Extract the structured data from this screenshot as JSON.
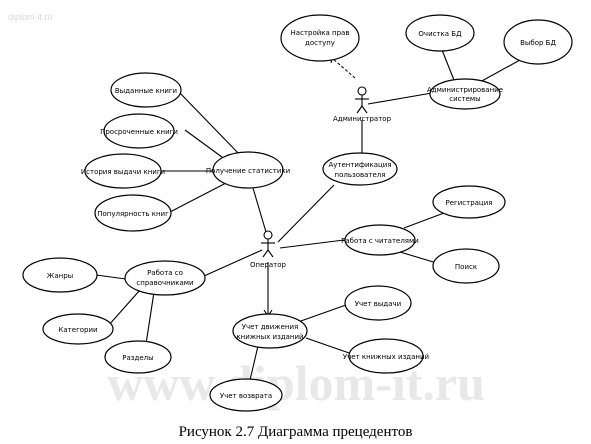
{
  "watermark_top": "diplom-it.ru",
  "watermark_main": "www.diplom-it.ru",
  "caption": "Рисунок 2.7 Диаграмма прецедентов",
  "actors": {
    "admin": "Администратор",
    "operator": "Оператор"
  },
  "use_cases": {
    "access_rights": [
      "Настройка прав",
      "доступу"
    ],
    "clean_db": "Очистка БД",
    "select_db": "Выбор БД",
    "admin_system": [
      "Администрирование",
      "системы"
    ],
    "issued_books": "Выданные книги",
    "overdue_books": "Просроченные книги",
    "issue_history": "История выдачи книги",
    "popularity": "Популярность книг",
    "statistics": "Получение статистики",
    "authentication": [
      "Аутентификация",
      "пользователя"
    ],
    "registration": "Регистрация",
    "readers": "Работа с читателями",
    "search": "Поиск",
    "genres": "Жанры",
    "directories": [
      "Работа со",
      "справочниками"
    ],
    "categories": "Категории",
    "sections": "Разделы",
    "book_movement": [
      "Учет движения",
      "книжных изданий"
    ],
    "issue_record": "Учет выдачи",
    "book_record": "Учет книжных изданий",
    "return_record": "Учет возврата"
  }
}
